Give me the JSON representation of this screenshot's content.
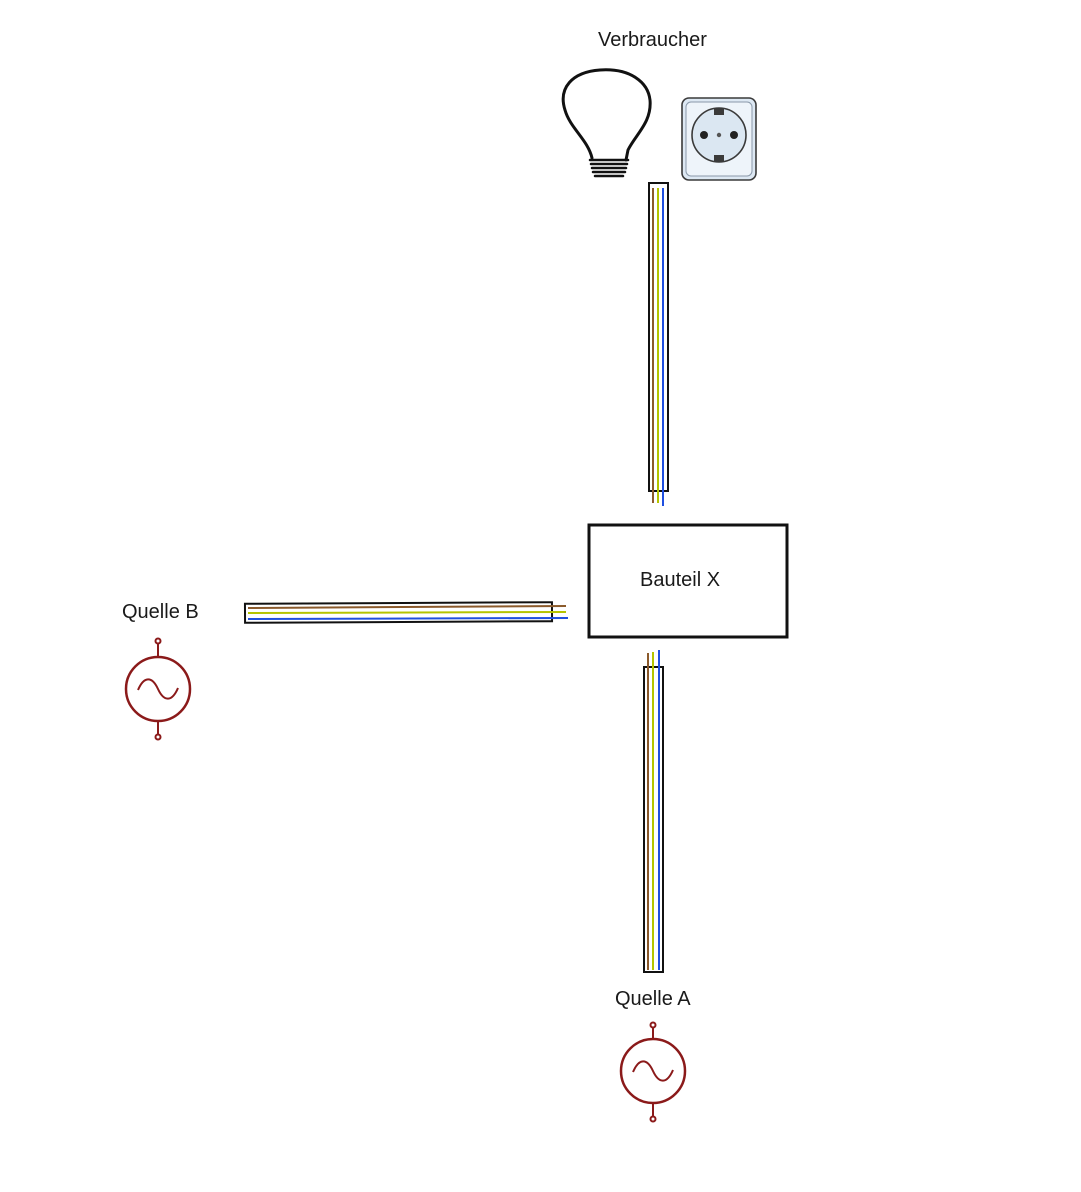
{
  "labels": {
    "consumer": "Verbraucher",
    "component": "Bauteil X",
    "source_a": "Quelle A",
    "source_b": "Quelle B"
  },
  "colors": {
    "wire_brown": "#8b5a2b",
    "wire_green_yellow": "#b5c400",
    "wire_blue": "#1f4fe0",
    "source_symbol": "#8b1a1a",
    "outline": "#111111"
  },
  "icons": {
    "consumer_lamp": "light-bulb-icon",
    "consumer_socket": "power-socket-icon",
    "source_symbol": "ac-source-icon"
  }
}
